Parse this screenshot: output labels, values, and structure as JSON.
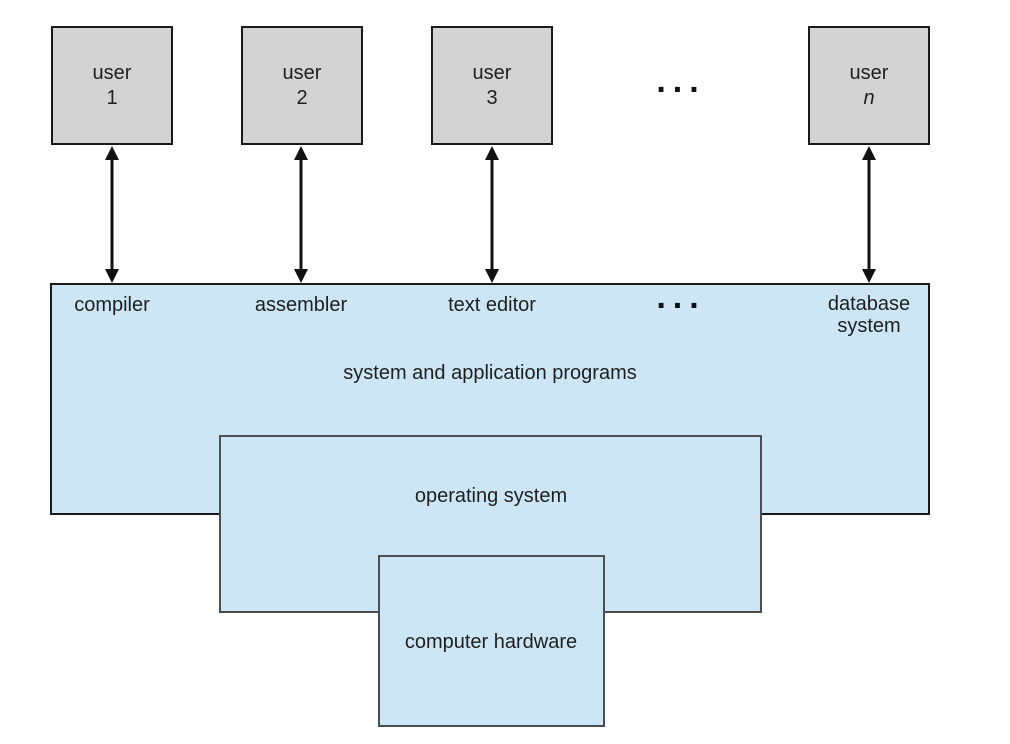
{
  "colors": {
    "user_box_fill": "#d3d3d3",
    "band_fill": "#cde6f5",
    "outer_border": "#1a1a1a",
    "inner_border": "#4d4d4d",
    "text": "#1f1f1f"
  },
  "users": [
    {
      "line1": "user",
      "line2": "1"
    },
    {
      "line1": "user",
      "line2": "2"
    },
    {
      "line1": "user",
      "line2": "3"
    },
    {
      "line1": "user",
      "line2": "n"
    }
  ],
  "ellipsis": "...",
  "programs": {
    "compiler": "compiler",
    "assembler": "assembler",
    "text_editor": "text editor",
    "database_line1": "database",
    "database_line2": "system",
    "band_label": "system and application programs"
  },
  "os": {
    "label": "operating system"
  },
  "hardware": {
    "label": "computer hardware"
  }
}
